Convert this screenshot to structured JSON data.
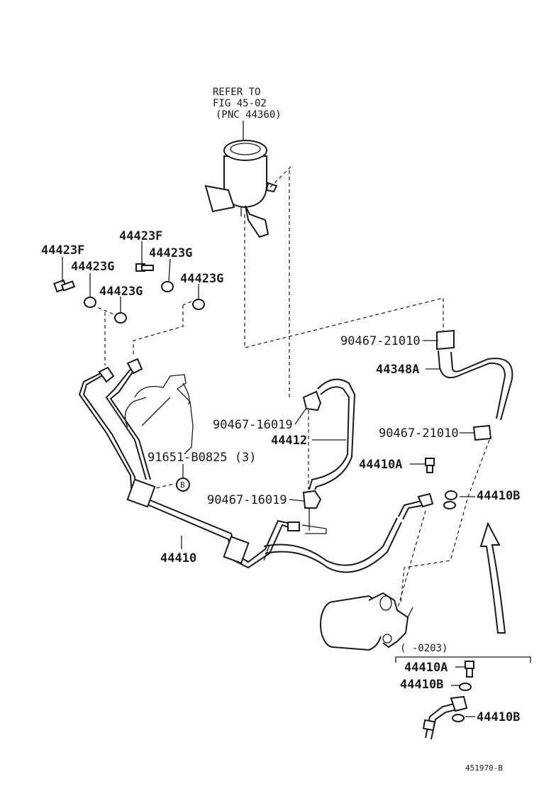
{
  "reference": {
    "line1": "REFER TO",
    "line2": "FIG 45-02",
    "line3": "(PNC 44360)"
  },
  "labels": {
    "p44423F_left": "44423F",
    "p44423F_mid": "44423F",
    "p44423G_1": "44423G",
    "p44423G_2": "44423G",
    "p44423G_3": "44423G",
    "p44423G_4": "44423G",
    "p90467_21010_top": "90467-21010",
    "p44348A": "44348A",
    "p90467_16019_top": "90467-16019",
    "p44412": "44412",
    "p90467_21010_bot": "90467-21010",
    "p44410A": "44410A",
    "p91651": "91651-B0825 (3)",
    "b_marker": "B",
    "p90467_16019_bot": "90467-16019",
    "p44410B": "44410B",
    "p44410": "44410",
    "range": "(      -0203)",
    "inset_44410A": "44410A",
    "inset_44410B_1": "44410B",
    "inset_44410B_2": "44410B"
  },
  "figure_id": "451970-B",
  "icons": {
    "direction_arrow": "curved-up-arrow-icon"
  }
}
